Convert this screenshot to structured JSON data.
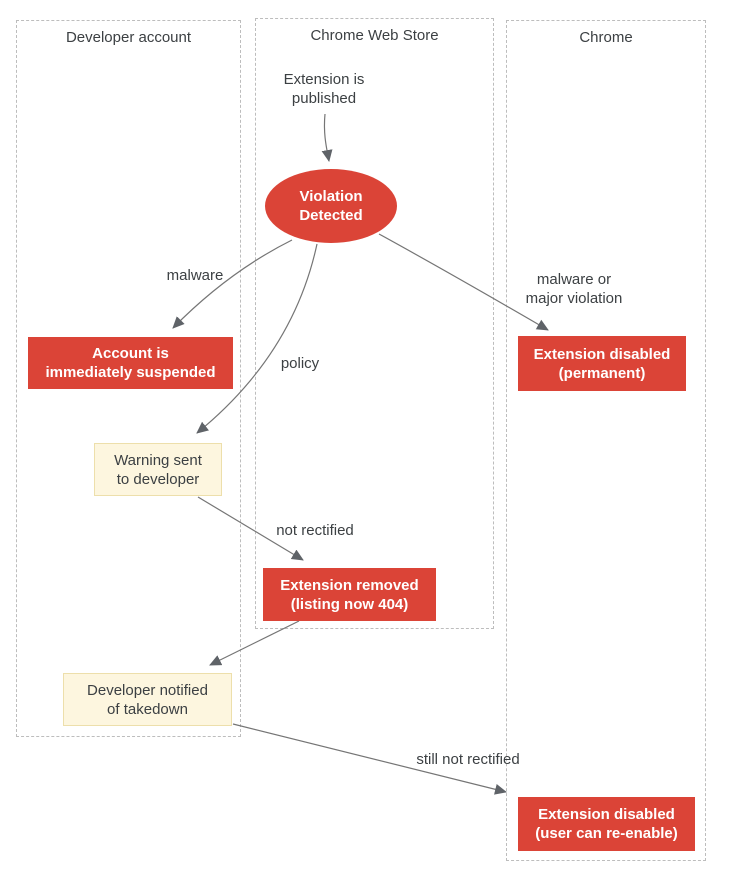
{
  "diagram": {
    "lanes": {
      "developer": {
        "title": "Developer account"
      },
      "web_store": {
        "title": "Chrome Web Store"
      },
      "chrome": {
        "title": "Chrome"
      }
    },
    "nodes": {
      "extension_published": {
        "line1": "Extension is",
        "line2": "published"
      },
      "violation_detected": {
        "line1": "Violation",
        "line2": "Detected"
      },
      "account_suspended": {
        "line1": "Account is",
        "line2": "immediately suspended"
      },
      "extension_disabled_permanent": {
        "line1": "Extension disabled",
        "line2": "(permanent)"
      },
      "warning_sent": {
        "line1": "Warning sent",
        "line2": "to developer"
      },
      "extension_removed": {
        "line1": "Extension removed",
        "line2": "(listing now 404)"
      },
      "developer_notified": {
        "line1": "Developer notified",
        "line2": "of takedown"
      },
      "extension_disabled_reenable": {
        "line1": "Extension disabled",
        "line2": "(user can re-enable)"
      }
    },
    "edge_labels": {
      "malware": "malware",
      "policy": "policy",
      "malware_or_major": {
        "line1": "malware or",
        "line2": "major violation"
      },
      "not_rectified": "not rectified",
      "still_not_rectified": "still not rectified"
    },
    "colors": {
      "alert_red": "#db4437",
      "node_text_light": "#ffffff",
      "warning_cream_bg": "#fdf6df",
      "warning_cream_border": "#eddfab",
      "arrow_gray": "#5f6368",
      "lane_border_gray": "#bdbdbd",
      "text_dark": "#3c4043"
    }
  }
}
